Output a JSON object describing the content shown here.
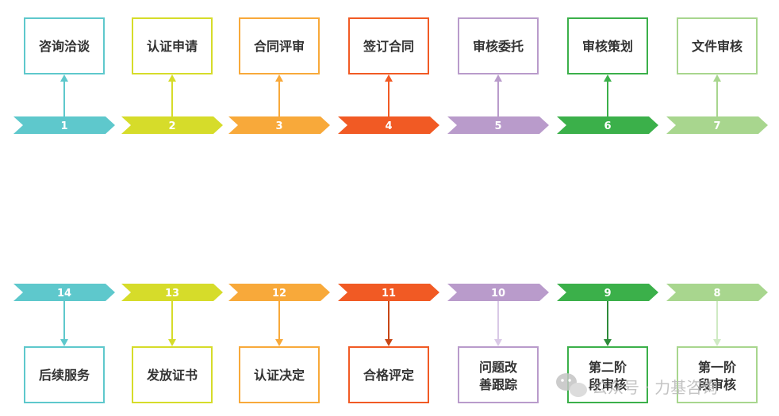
{
  "steps": [
    {
      "num": "1",
      "label": "咨询洽谈",
      "color": "#5ec8cc"
    },
    {
      "num": "2",
      "label": "认证申请",
      "color": "#d6dc2a"
    },
    {
      "num": "3",
      "label": "合同评审",
      "color": "#f8a93a"
    },
    {
      "num": "4",
      "label": "签订合同",
      "color": "#f15a24"
    },
    {
      "num": "5",
      "label": "审核委托",
      "color": "#b99bcb"
    },
    {
      "num": "6",
      "label": "审核策划",
      "color": "#3bb04a"
    },
    {
      "num": "7",
      "label": "文件审核",
      "color": "#a8d68e"
    },
    {
      "num": "8",
      "label": "第一阶段审核",
      "color": "#a8d68e",
      "line_color": "#cfeac3",
      "lines": [
        "第一阶",
        "段审核"
      ]
    },
    {
      "num": "9",
      "label": "第二阶段审核",
      "color": "#3bb04a",
      "line_color": "#2e8b3a",
      "lines": [
        "第二阶",
        "段审核"
      ]
    },
    {
      "num": "10",
      "label": "问题改善跟踪",
      "color": "#b99bcb",
      "line_color": "#d9c8e6",
      "lines": [
        "问题改",
        "善跟踪"
      ]
    },
    {
      "num": "11",
      "label": "合格评定",
      "color": "#f15a24",
      "line_color": "#c84716"
    },
    {
      "num": "12",
      "label": "认证决定",
      "color": "#f8a93a"
    },
    {
      "num": "13",
      "label": "发放证书",
      "color": "#d6dc2a"
    },
    {
      "num": "14",
      "label": "后续服务",
      "color": "#5ec8cc"
    }
  ],
  "watermark": {
    "icon": "wechat-icon",
    "text": "公众号 · 力基咨询"
  }
}
